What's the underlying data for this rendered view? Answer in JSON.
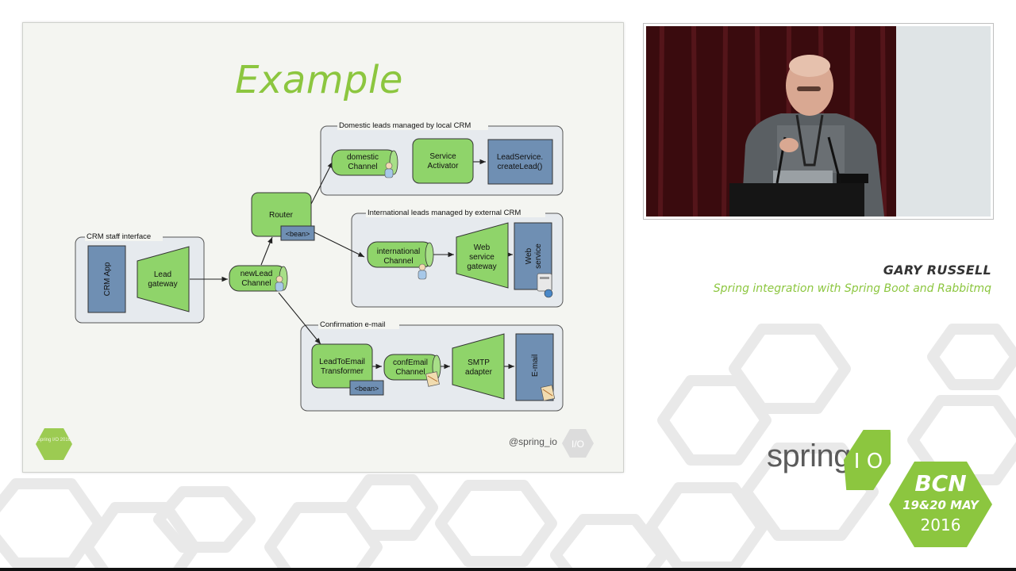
{
  "slide": {
    "title": "Example",
    "handle": "@spring_io",
    "logo_left_text": "Spring I/O 2016",
    "logo_right_text": "I/O"
  },
  "diagram": {
    "groups": [
      {
        "id": "crm",
        "label": "CRM staff interface"
      },
      {
        "id": "domestic",
        "label": "Domestic leads managed by local CRM"
      },
      {
        "id": "international",
        "label": "International leads managed by external CRM"
      },
      {
        "id": "confirm",
        "label": "Confirmation e-mail"
      }
    ],
    "nodes": {
      "crm_app": "CRM App",
      "lead_gateway": [
        "Lead",
        "gateway"
      ],
      "newlead_channel": [
        "newLead",
        "Channel"
      ],
      "router": "Router",
      "router_bean": "<bean>",
      "domestic_channel": [
        "domestic",
        "Channel"
      ],
      "service_activator": [
        "Service",
        "Activator"
      ],
      "lead_service": [
        "LeadService.",
        "createLead()"
      ],
      "international_channel": [
        "international",
        "Channel"
      ],
      "web_service_gateway": [
        "Web",
        "service",
        "gateway"
      ],
      "web_service": [
        "Web",
        "service"
      ],
      "lead_to_email": [
        "LeadToEmail",
        "Transformer"
      ],
      "transformer_bean": "<bean>",
      "confemail_channel": [
        "confEmail",
        "Channel"
      ],
      "smtp_adapter": [
        "SMTP",
        "adapter"
      ],
      "email": "E-mail"
    }
  },
  "speaker": {
    "name": "GARY RUSSELL",
    "talk": "Spring integration with Spring Boot and Rabbitmq"
  },
  "brand": {
    "spring": "spring",
    "io": "I O",
    "city": "BCN",
    "dates": "19&20 MAY",
    "year": "2016"
  },
  "colors": {
    "accent_green": "#8cc63f",
    "node_green": "#8fd46a",
    "node_blue": "#6f8fb3",
    "group_fill": "#e6eaee",
    "curtain": "#3a0b0e"
  }
}
